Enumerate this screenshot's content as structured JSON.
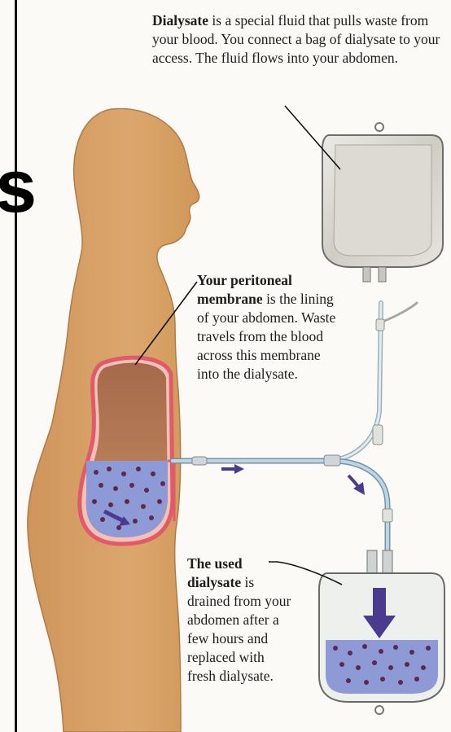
{
  "edge_letter": "s",
  "captions": {
    "dialysate": {
      "term": "Dialysate",
      "text": " is a special fluid that pulls waste from your blood. You connect a bag of dialysate to your access. The fluid flows into your abdomen."
    },
    "membrane": {
      "term": "Your peritoneal membrane",
      "text": " is the lining of your abdomen. Waste travels from the blood across this membrane into the dialysate."
    },
    "used": {
      "term": "The used dialysate",
      "text": " is drained from your abdomen after a few hours and replaced with fresh dialysate."
    }
  },
  "colors": {
    "skin": "#d9a066",
    "skin_outline": "#b47a42",
    "membrane": "#e05a68",
    "fluid": "#8e9ad6",
    "fluid_dots": "#5a2a50",
    "arrow": "#4a3b8e",
    "bag_fill": "#d8d6cf",
    "tube": "#a7c7d8"
  }
}
